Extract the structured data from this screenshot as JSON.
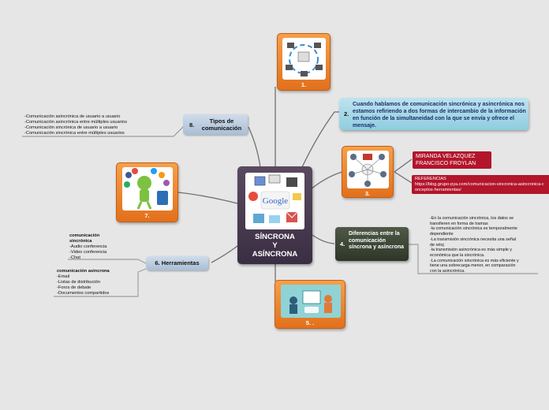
{
  "central": {
    "title_line1": "SÍNCRONA",
    "title_line2": "Y",
    "title_line3": "ASÍNCRONA",
    "image": "google-communication-icons",
    "logo_text": "Google"
  },
  "nodes": {
    "n1": {
      "caption": "1.",
      "image": "network-users-cycle"
    },
    "n2": {
      "number": "2.",
      "text": "Cuando hablamos de comunicación sincrónica y asincrónica nos estamos refiriendo a dos formas de intercambio de la información en función de la simultaneidad con la que se envía y ofrece el mensaje."
    },
    "n3": {
      "caption": "3.",
      "image": "users-network-diagram"
    },
    "n4": {
      "number": "4.",
      "text": "Diferencias entre la comunicación síncrona y asíncrona"
    },
    "n5": {
      "caption": "5. .",
      "image": "online-communication-illustration"
    },
    "n6": {
      "label": "6. Herramientas"
    },
    "n7": {
      "caption": "7.",
      "image": "green-figure-social-icons"
    },
    "n8": {
      "number": "8.",
      "label_line1": "Tipos de",
      "label_line2": "comunicación"
    }
  },
  "references": {
    "authors": "MIRANDA VELAZQUEZ FRANCISCO FROYLAN",
    "title": "REFERENCIAS",
    "url": "https://blog.grupo-pya.com/comunicacion-sincronica-asincronica-conceptos-herramientas/"
  },
  "notes": {
    "tipos": [
      "-Comunicación asincrónica de usuario a usuario",
      "-Comunicación asincrónica entre múltiples usuarios",
      "-Comunicación sincrónica de usuario a usuario",
      "-Comunicación sincrónica entre múltiples usuarios"
    ],
    "sincronica_heading_1": "comunicación",
    "sincronica_heading_2": "sincrónica",
    "sincronica_items": [
      "-Audio conferencia",
      "-Video conferencia",
      "-Chat"
    ],
    "asincrona_heading": "comunicación asincrona",
    "asincrona_items": [
      "-Email",
      "-Listas de distribución",
      "-Foros de debate",
      "-Documentos compartidos"
    ],
    "diferencias": [
      "-En la comunicación sincrónica, los datos se",
      "transfieren en forma de tramas",
      "-la comunicación sincrónica es temporalmente",
      "dependiente",
      "-La transmisión sincrónica necesita una señal",
      "de reloj",
      "-la transmisión asincrónica es más simple y",
      "económica que la sincrónica.",
      "-La comunicación sincrónica es más eficiente y",
      "tiene una sobrecarga menor, en comparación",
      "con la asincrónica."
    ]
  },
  "colors": {
    "background": "#e6e6e6",
    "center": "#3f3247",
    "card": "#ee8a2e",
    "pill": "#b9cbdf",
    "node2": "#a6d8e8",
    "node4": "#3c4535",
    "reference": "#b3152b",
    "connector": "#6e6e6e"
  }
}
